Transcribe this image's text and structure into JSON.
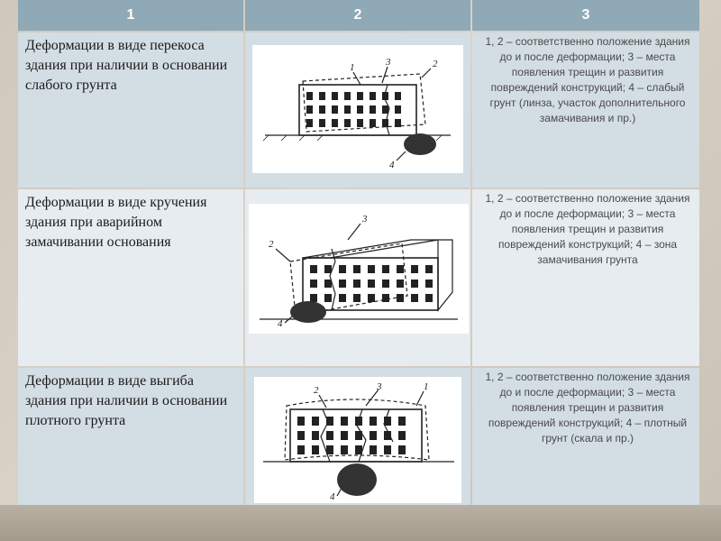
{
  "header": {
    "col1": "1",
    "col2": "2",
    "col3": "3"
  },
  "rows": [
    {
      "title": "Деформации в виде перекоса здания при наличии в основании слабого грунта",
      "description": "1, 2 – соответственно положение здания до и после деформации; 3 – места появления трещин и развития повреждений конструкций; 4 – слабый грунт (линза, участок дополнительного замачивания и пр.)"
    },
    {
      "title": "Деформации в виде кручения здания при аварийном замачивании основания",
      "description": "1, 2 – соответственно положение здания до и после деформации; 3 – места появления трещин и развития повреждений конструкций; 4 – зона замачивания грунта"
    },
    {
      "title": "Деформации в виде выгиба здания при наличии в основании плотного грунта",
      "description": "1, 2 – соответственно положение здания до и после деформации; 3 – места появления трещин и развития повреждений конструкций; 4 – плотный грунт (скала и пр.)"
    }
  ],
  "sketch_labels": {
    "n1": "1",
    "n2": "2",
    "n3": "3",
    "n4": "4"
  }
}
